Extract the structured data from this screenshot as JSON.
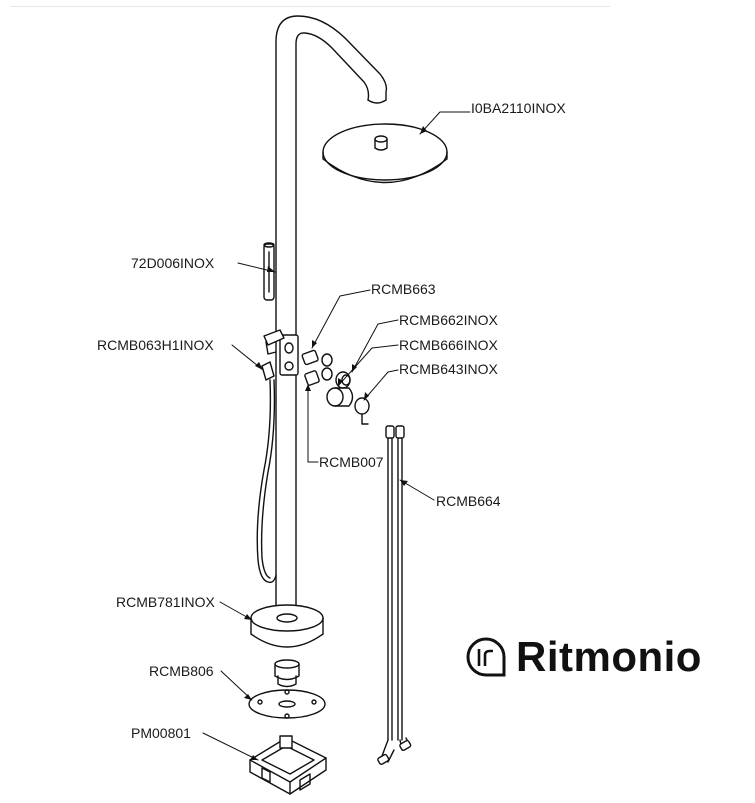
{
  "parts": [
    {
      "id": "p1",
      "code": "I0BA2110INOX"
    },
    {
      "id": "p2",
      "code": "72D006INOX"
    },
    {
      "id": "p3",
      "code": "RCMB663"
    },
    {
      "id": "p4",
      "code": "RCMB662INOX"
    },
    {
      "id": "p5",
      "code": "RCMB063H1INOX"
    },
    {
      "id": "p6",
      "code": "RCMB666INOX"
    },
    {
      "id": "p7",
      "code": "RCMB643INOX"
    },
    {
      "id": "p8",
      "code": "RCMB007"
    },
    {
      "id": "p9",
      "code": "RCMB664"
    },
    {
      "id": "p10",
      "code": "RCMB781INOX"
    },
    {
      "id": "p11",
      "code": "RCMB806"
    },
    {
      "id": "p12",
      "code": "PM00801"
    }
  ],
  "brand": {
    "name": "Ritmonio",
    "logo_icon": "ritmonio-logo-icon"
  }
}
